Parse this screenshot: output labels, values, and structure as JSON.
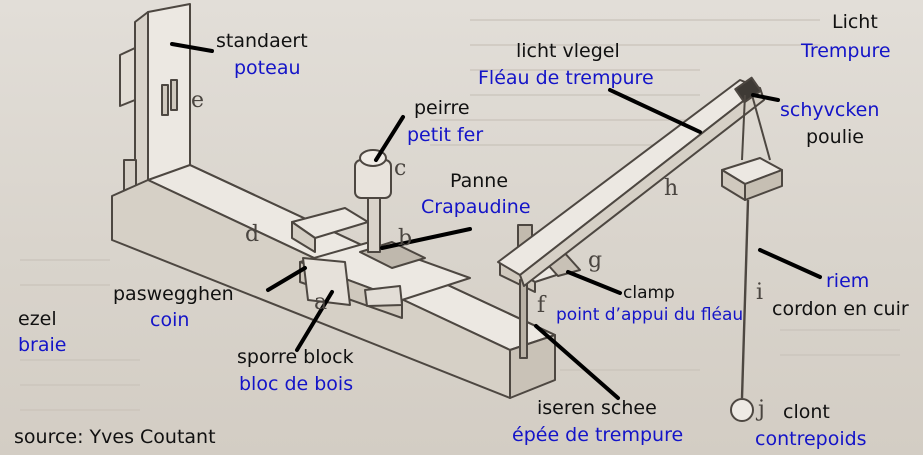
{
  "labels": {
    "standaert": {
      "nl": "standaert",
      "fr": "poteau"
    },
    "peirre": {
      "nl": "peirre",
      "fr": "petit fer"
    },
    "panne": {
      "nl": "Panne",
      "fr": "Crapaudine"
    },
    "licht_vlegel": {
      "nl": "licht vlegel",
      "fr": "Fléau de trempure"
    },
    "licht": {
      "nl": "Licht",
      "fr": "Trempure"
    },
    "schyvcken": {
      "nl": "schyvcken",
      "fr": "poulie"
    },
    "riem": {
      "nl": "riem",
      "fr": "cordon en cuir"
    },
    "clamp": {
      "nl": "clamp",
      "fr": "point d’appui du fléau"
    },
    "paswegghen": {
      "nl": "paswegghen",
      "fr": "coin"
    },
    "ezel": {
      "nl": "ezel",
      "fr": "braie"
    },
    "sporre_block": {
      "nl": "sporre block",
      "fr": "bloc de bois"
    },
    "iseren_schee": {
      "nl": "iseren schee",
      "fr": "épée de trempure"
    },
    "clont": {
      "nl": "clont",
      "fr": "contrepoids"
    }
  },
  "letters": {
    "a": "a",
    "b": "b",
    "c": "c",
    "d": "d",
    "e": "e",
    "f": "f",
    "g": "g",
    "h": "h",
    "i": "i",
    "j": "j"
  },
  "source": "source: Yves Coutant",
  "colors": {
    "label": "#111111",
    "translation": "#1414c8",
    "leader": "#000000"
  }
}
